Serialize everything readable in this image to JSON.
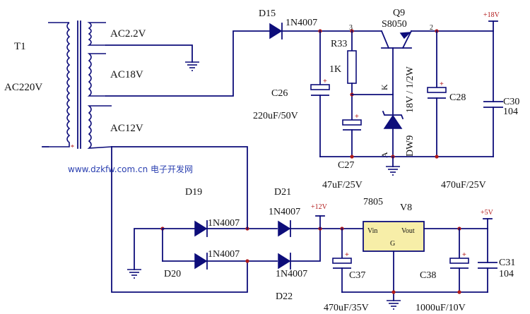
{
  "transformer": {
    "ref": "T1",
    "primary": "AC220V",
    "secondaries": [
      "AC2.2V",
      "AC18V",
      "AC12V"
    ]
  },
  "diodes": {
    "d15": "D15",
    "d15_part": "1N4007",
    "d19": "D19",
    "d20": "D20",
    "d21": "D21",
    "d22": "D22",
    "part": "1N4007"
  },
  "resistor": {
    "ref": "R33",
    "value": "1K"
  },
  "transistor": {
    "ref": "Q9",
    "part": "S8050",
    "pin3": "3",
    "pin2": "2"
  },
  "zener": {
    "ref": "DW9",
    "rating": "18V / 1/2W",
    "k": "K",
    "a": "A"
  },
  "caps": {
    "c26": "C26",
    "c26_val": "220uF/50V",
    "c27": "C27",
    "c27_val": "47uF/25V",
    "c28": "C28",
    "c28_val": "470uF/25V",
    "c30": "C30",
    "c30_val": "104",
    "c37": "C37",
    "c37_val": "470uF/35V",
    "c38": "C38",
    "c38_val": "1000uF/10V",
    "c31": "C31",
    "c31_val": "104",
    "plus": "+"
  },
  "regulator": {
    "part": "7805",
    "ref": "V8",
    "vin": "Vin",
    "vout": "Vout",
    "g": "G"
  },
  "rails": {
    "v18": "+18V",
    "v12": "+12V",
    "v5": "+5V"
  },
  "watermark": "www.dzkfw.com.cn 电子开发网"
}
